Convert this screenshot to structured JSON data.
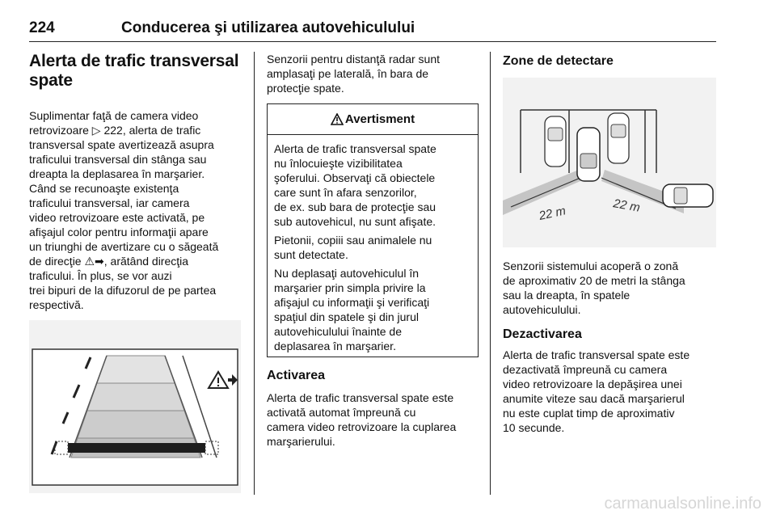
{
  "header": {
    "page_number": "224",
    "chapter_title": "Conducerea şi utilizarea autovehiculului"
  },
  "left": {
    "heading_line1": "Alerta de trafic transversal",
    "heading_line2": "spate",
    "body_lines": [
      "Suplimentar faţă de camera video",
      "retrovizoare ▷ 222, alerta de trafic",
      "transversal spate avertizează asupra",
      "traficului transversal din stânga sau",
      "dreapta la deplasarea în marşarier.",
      "Când se recunoaşte existenţa",
      "traficului transversal, iar camera",
      "video retrovizoare este activată, pe",
      "afişajul color pentru informaţii apare",
      "un triunghi de avertizare cu o săgeată",
      "de direcţie ⚠➡, arătând direcţia",
      "traficului. În plus, se vor auzi",
      "trei bipuri de la difuzorul de pe partea",
      "respectivă."
    ]
  },
  "middle": {
    "intro_lines": [
      "Senzorii pentru distanţă radar sunt",
      "amplasaţi pe laterală, în bara de",
      "protecţie spate."
    ],
    "warning": {
      "title": "Avertisment",
      "para1_lines": [
        "Alerta de trafic transversal spate",
        "nu înlocuieşte vizibilitatea",
        "şoferului. Observaţi că obiectele",
        "care sunt în afara senzorilor,",
        "de ex. sub bara de protecţie sau",
        "sub autovehicul, nu sunt afişate."
      ],
      "para2_lines": [
        "Pietonii, copiii sau animalele nu",
        "sunt detectate."
      ],
      "para3_lines": [
        "Nu deplasaţi autovehiculul în",
        "marşarier prin simpla privire la",
        "afişajul cu informaţii şi verificaţi",
        "spaţiul din spatele şi din jurul",
        "autovehiculului înainte de",
        "deplasarea în marşarier."
      ]
    },
    "activation_heading": "Activarea",
    "activation_lines": [
      "Alerta de trafic transversal spate este",
      "activată automat împreună cu",
      "camera video retrovizoare la cuplarea",
      "marşarierului."
    ]
  },
  "right": {
    "zones_heading": "Zone de detectare",
    "diagram_labels": {
      "left_range": "22 m",
      "right_range": "22 m"
    },
    "zones_lines": [
      "Senzorii sistemului acoperă o zonă",
      "de aproximativ 20 de metri la stânga",
      "sau la dreapta, în spatele",
      "autovehiculului."
    ],
    "deactivation_heading": "Dezactivarea",
    "deactivation_lines": [
      "Alerta de trafic transversal spate este",
      "dezactivată împreună cu camera",
      "video retrovizoare la depăşirea unei",
      "anumite viteze sau dacă marşarierul",
      "nu este cuplat timp de aproximativ",
      "10 secunde."
    ]
  },
  "footer": {
    "watermark": "carmanualsonline.info"
  }
}
